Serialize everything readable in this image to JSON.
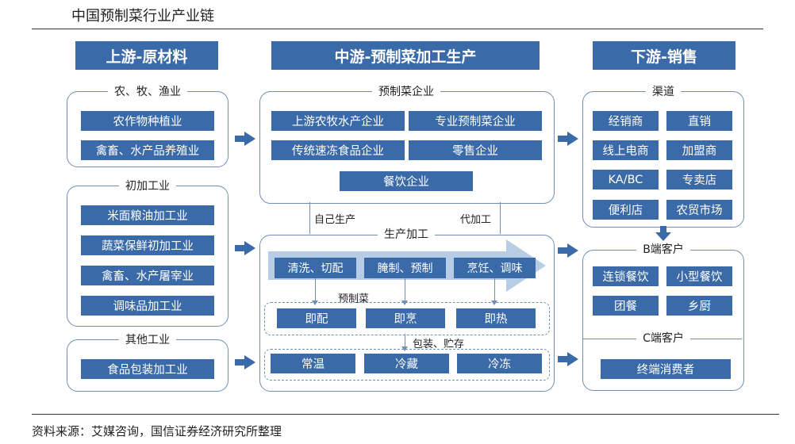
{
  "title": "中国预制菜行业产业链",
  "columns": {
    "upstream": "上游-原材料",
    "midstream": "中游-预制菜加工生产",
    "downstream": "下游-销售"
  },
  "upstream": {
    "group1": {
      "label": "农、牧、渔业",
      "items": [
        "农作物种植业",
        "禽畜、水产品养殖业"
      ]
    },
    "group2": {
      "label": "初加工业",
      "items": [
        "米面粮油加工业",
        "蔬菜保鲜初加工业",
        "禽畜、水产屠宰业",
        "调味品加工业"
      ]
    },
    "group3": {
      "label": "其他工业",
      "items": [
        "食品包装加工业"
      ]
    }
  },
  "midstream": {
    "enterprises": {
      "label": "预制菜企业",
      "items": [
        "上游农牧水产企业",
        "专业预制菜企业",
        "传统速冻食品企业",
        "零售企业",
        "餐饮企业"
      ]
    },
    "self_production": "自己生产",
    "oem": "代加工",
    "production": {
      "label": "生产加工",
      "steps": [
        "清洗、切配",
        "腌制、预制",
        "烹饪、调味"
      ],
      "prepared_label": "预制菜",
      "prepared": [
        "即配",
        "即烹",
        "即热"
      ],
      "packaging_label": "包装、贮存",
      "storage": [
        "常温",
        "冷藏",
        "冷冻"
      ]
    }
  },
  "downstream": {
    "channels": {
      "label": "渠道",
      "items": [
        "经销商",
        "直销",
        "线上电商",
        "加盟商",
        "KA/BC",
        "专卖店",
        "便利店",
        "农贸市场"
      ]
    },
    "b_clients": {
      "label": "B端客户",
      "items": [
        "连锁餐饮",
        "小型餐饮",
        "团餐",
        "乡厨"
      ]
    },
    "c_clients": {
      "label": "C端客户",
      "items": [
        "终端消费者"
      ]
    }
  },
  "source": "资料来源：艾媒咨询，国信证券经济研究所整理",
  "colors": {
    "accent": "#3a6aa8",
    "border": "#6f8fb5",
    "big_arrow": "#b7cde6"
  }
}
